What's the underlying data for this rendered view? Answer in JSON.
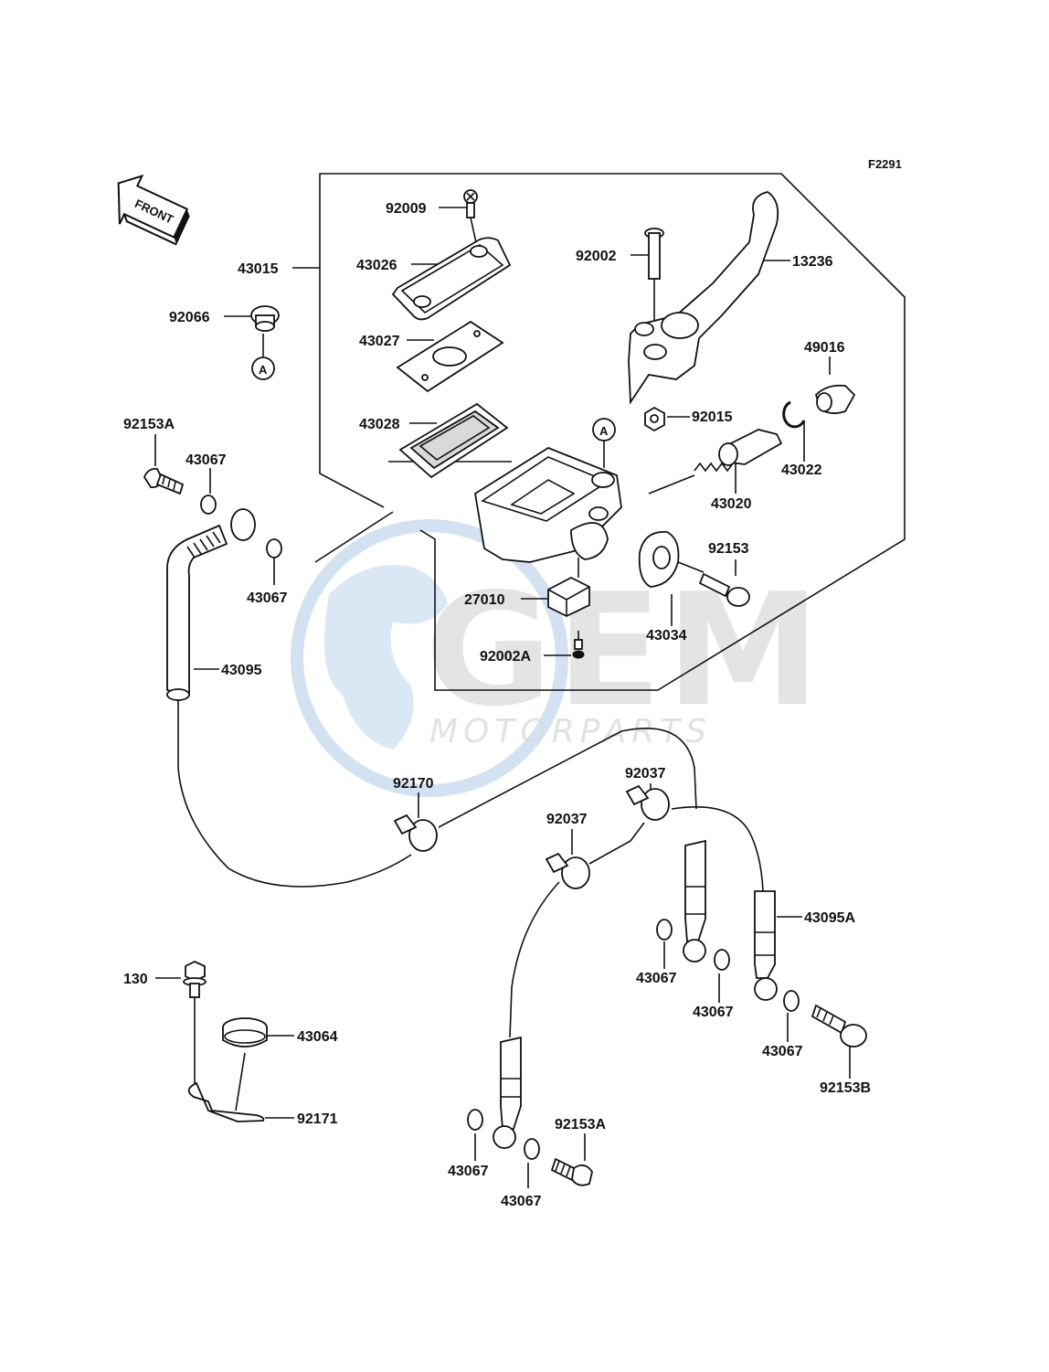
{
  "diagram_code": "F2291",
  "front_label": "FRONT",
  "ref_marker": "A",
  "watermark": {
    "brand": "GEM",
    "sub": "MOTORPARTS",
    "color": "#8fb3d9"
  },
  "parts": {
    "p92009": "92009",
    "p43015": "43015",
    "p43026": "43026",
    "p92066": "92066",
    "p43027": "43027",
    "p43028": "43028",
    "p92002": "92002",
    "p13236": "13236",
    "p49016": "49016",
    "p92015": "92015",
    "p43022": "43022",
    "p43020": "43020",
    "p92153A_top": "92153A",
    "p43067_a": "43067",
    "p43067_b": "43067",
    "p92153": "92153",
    "p27010": "27010",
    "p43034": "43034",
    "p92002A": "92002A",
    "p43095": "43095",
    "p92170": "92170",
    "p92037_a": "92037",
    "p92037_b": "92037",
    "p43095A": "43095A",
    "p43067_c": "43067",
    "p43067_d": "43067",
    "p43067_e": "43067",
    "p92153B": "92153B",
    "p130": "130",
    "p43064": "43064",
    "p92171": "92171",
    "p92153A_bot": "92153A",
    "p43067_f": "43067",
    "p43067_g": "43067"
  }
}
